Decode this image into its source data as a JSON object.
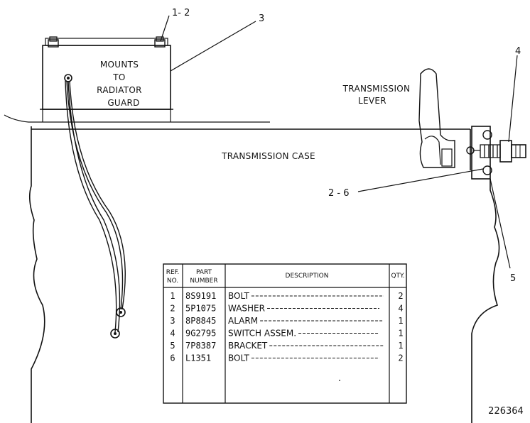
{
  "labels": {
    "battery_text": [
      "MOUNTS",
      "TO",
      "RADIATOR",
      "GUARD"
    ],
    "transmission_lever": [
      "TRANSMISSION",
      "LEVER"
    ],
    "transmission_case": "TRANSMISSION CASE",
    "drawing_number": "226364"
  },
  "callouts": {
    "c1_2": "1- 2",
    "c3": "3",
    "c4": "4",
    "c5": "5",
    "c2_6": "2 - 6"
  },
  "parts_table": {
    "headers": {
      "ref": [
        "REF.",
        "NO."
      ],
      "part": [
        "PART",
        "NUMBER"
      ],
      "description": "DESCRIPTION",
      "qty": "QTY."
    },
    "rows": [
      {
        "ref": "1",
        "part": "8S9191",
        "desc": "BOLT",
        "qty": "2"
      },
      {
        "ref": "2",
        "part": "5P1075",
        "desc": "WASHER",
        "qty": "4"
      },
      {
        "ref": "3",
        "part": "8P8845",
        "desc": "ALARM",
        "qty": "1"
      },
      {
        "ref": "4",
        "part": "9G2795",
        "desc": "SWITCH ASSEM.",
        "qty": "1"
      },
      {
        "ref": "5",
        "part": "7P8387",
        "desc": "BRACKET",
        "qty": "1"
      },
      {
        "ref": "6",
        "part": "L1351",
        "desc": "BOLT",
        "qty": "2"
      }
    ]
  }
}
